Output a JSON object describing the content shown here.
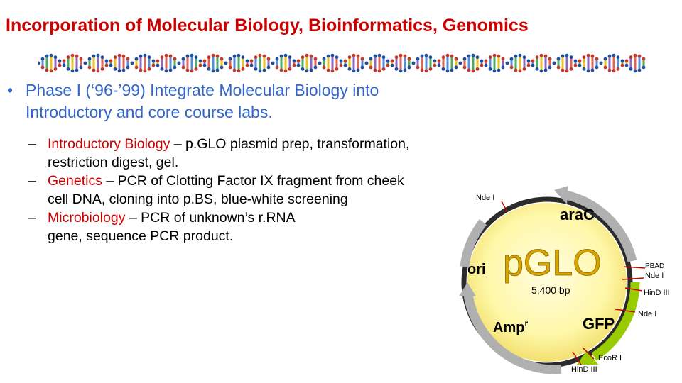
{
  "slide": {
    "title": "Incorporation of Molecular Biology, Bioinformatics, Genomics",
    "bullet": {
      "marker": "•",
      "line1": "Phase I (‘96-’99) Integrate Molecular Biology into",
      "line2": "Introductory and core course labs."
    },
    "subbullets": [
      {
        "dash": "–",
        "term": "Introductory Biology",
        "text": " – p.GLO plasmid prep, transformation,",
        "cont": "restriction digest, gel."
      },
      {
        "dash": "–",
        "term": "Genetics",
        "text": " – PCR of Clotting Factor IX fragment from cheek",
        "cont": "cell DNA, cloning into p.BS, blue-white screening"
      },
      {
        "dash": "–",
        "term": "Microbiology",
        "text": " – PCR of unknown’s r.RNA",
        "cont": "gene, sequence PCR product."
      }
    ]
  },
  "plasmid": {
    "name": "pGLO",
    "size": "5,400 bp",
    "labels": {
      "arac": "araC",
      "ori": "ori",
      "amp": "Amp",
      "amp_sup": "r",
      "gfp": "GFP",
      "ndei_top": "Nde I",
      "pbad": "PBAD",
      "ndei_right": "Nde I",
      "hind_right": "HinD III",
      "ndei_lower": "Nde I",
      "ecor": "EcoR I",
      "hind_bottom": "HinD III"
    },
    "colors": {
      "title": "#cc0000",
      "bullet": "#3366cc",
      "term": "#cc0000",
      "gfp_arrow": "#99cc00",
      "center": "#fff9b0"
    }
  }
}
